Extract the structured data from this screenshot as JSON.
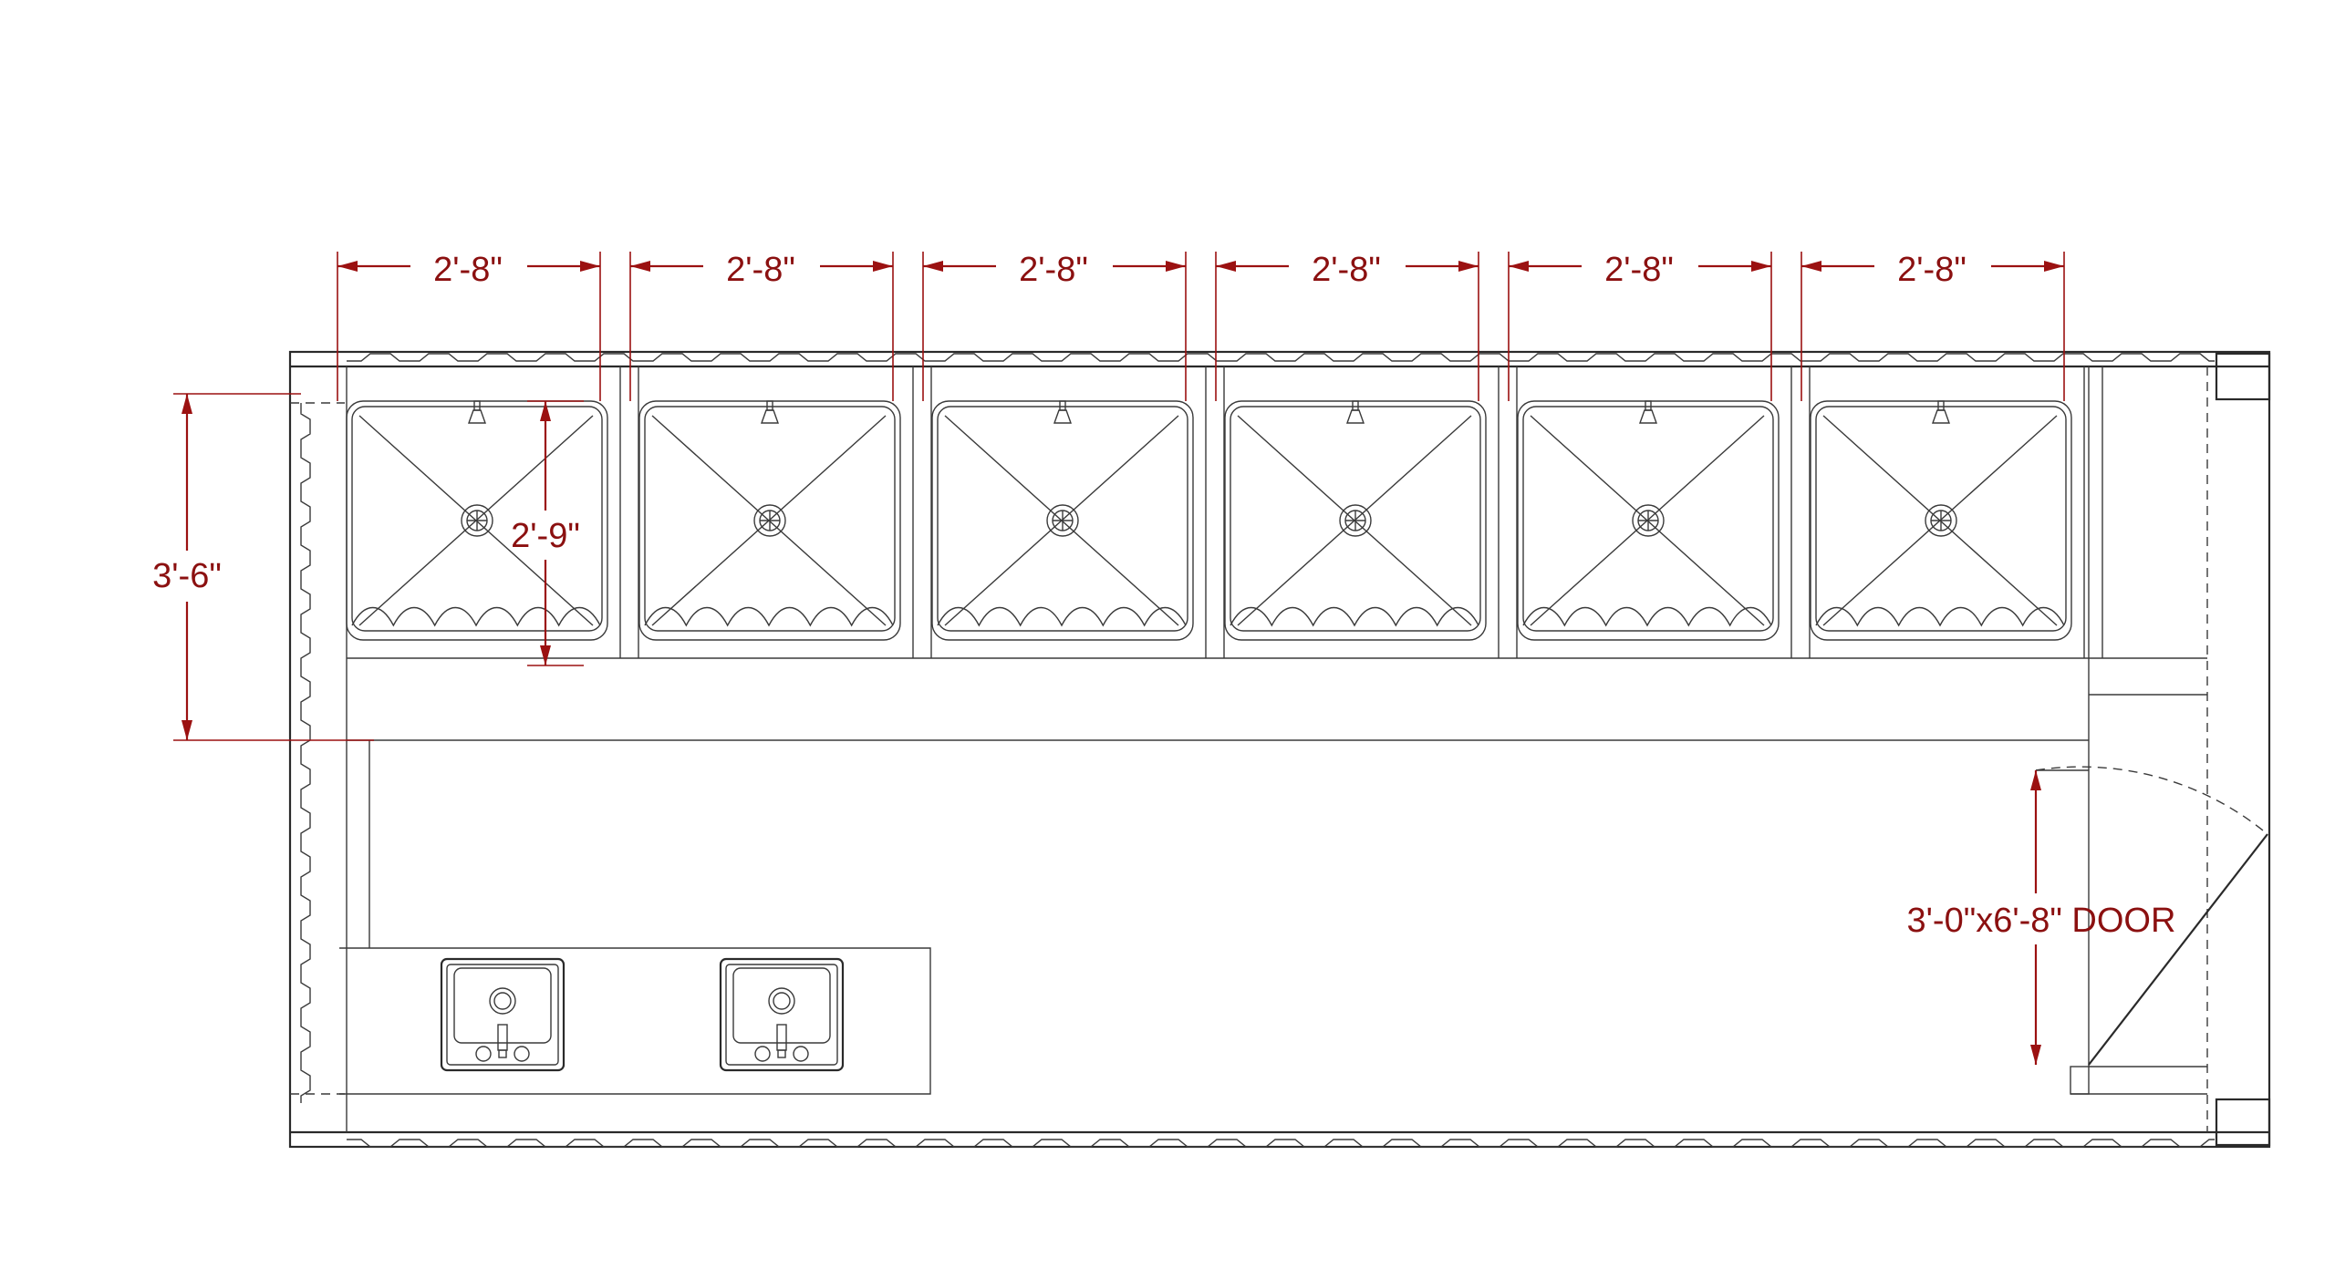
{
  "dimensions": {
    "shower_widths": [
      "2'-8\"",
      "2'-8\"",
      "2'-8\"",
      "2'-8\"",
      "2'-8\"",
      "2'-8\""
    ],
    "shower_depth": "2'-9\"",
    "stall_depth": "3'-6\"",
    "door": "3'-0\"x6'-8\" DOOR"
  },
  "colors": {
    "dimension": "#9b1111",
    "linework": "#2a2a2a",
    "background": "#ffffff"
  },
  "fixtures": {
    "shower_count": 6,
    "sink_count": 2
  }
}
